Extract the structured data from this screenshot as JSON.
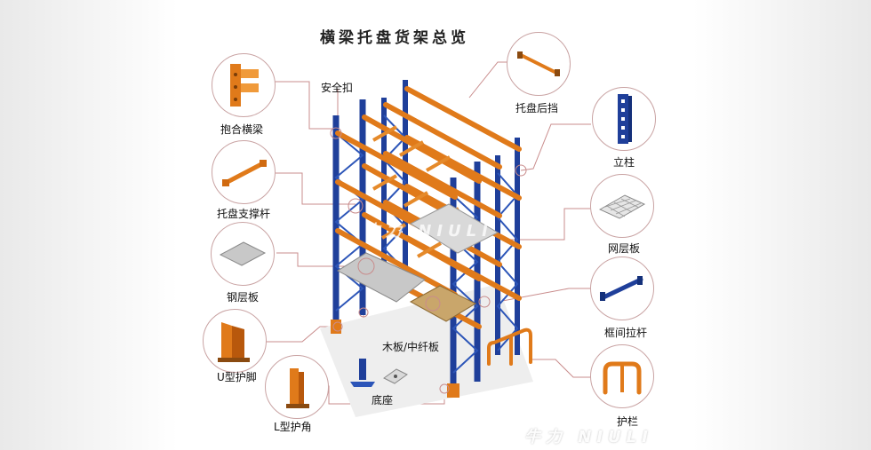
{
  "title": "横梁托盘货架总览",
  "labels": {
    "anquan_kou": "安全扣",
    "baohe_hengliang": "抱合横梁",
    "tuopan_zhichengan": "托盘支撑杆",
    "gangcengban": "钢层板",
    "u_hujiao": "U型护脚",
    "l_hujiao": "L型护角",
    "dizuo": "底座",
    "muban": "木板/中纤板",
    "tuopan_houdang": "托盘后挡",
    "lizhu": "立柱",
    "wangcengban": "网层板",
    "kuangjian_lagan": "框间拉杆",
    "hulan": "护栏"
  },
  "watermark": {
    "center": "牛力 NIULI",
    "bottom": "牛力 NIULI"
  },
  "colors": {
    "upright_blue": "#1f3f9a",
    "beam_orange": "#e07a1a",
    "panel_grey": "#c8c8c8",
    "wood": "#c9a66b",
    "leader_line": "#c98c8c",
    "circle_border": "#c9a3a3"
  }
}
